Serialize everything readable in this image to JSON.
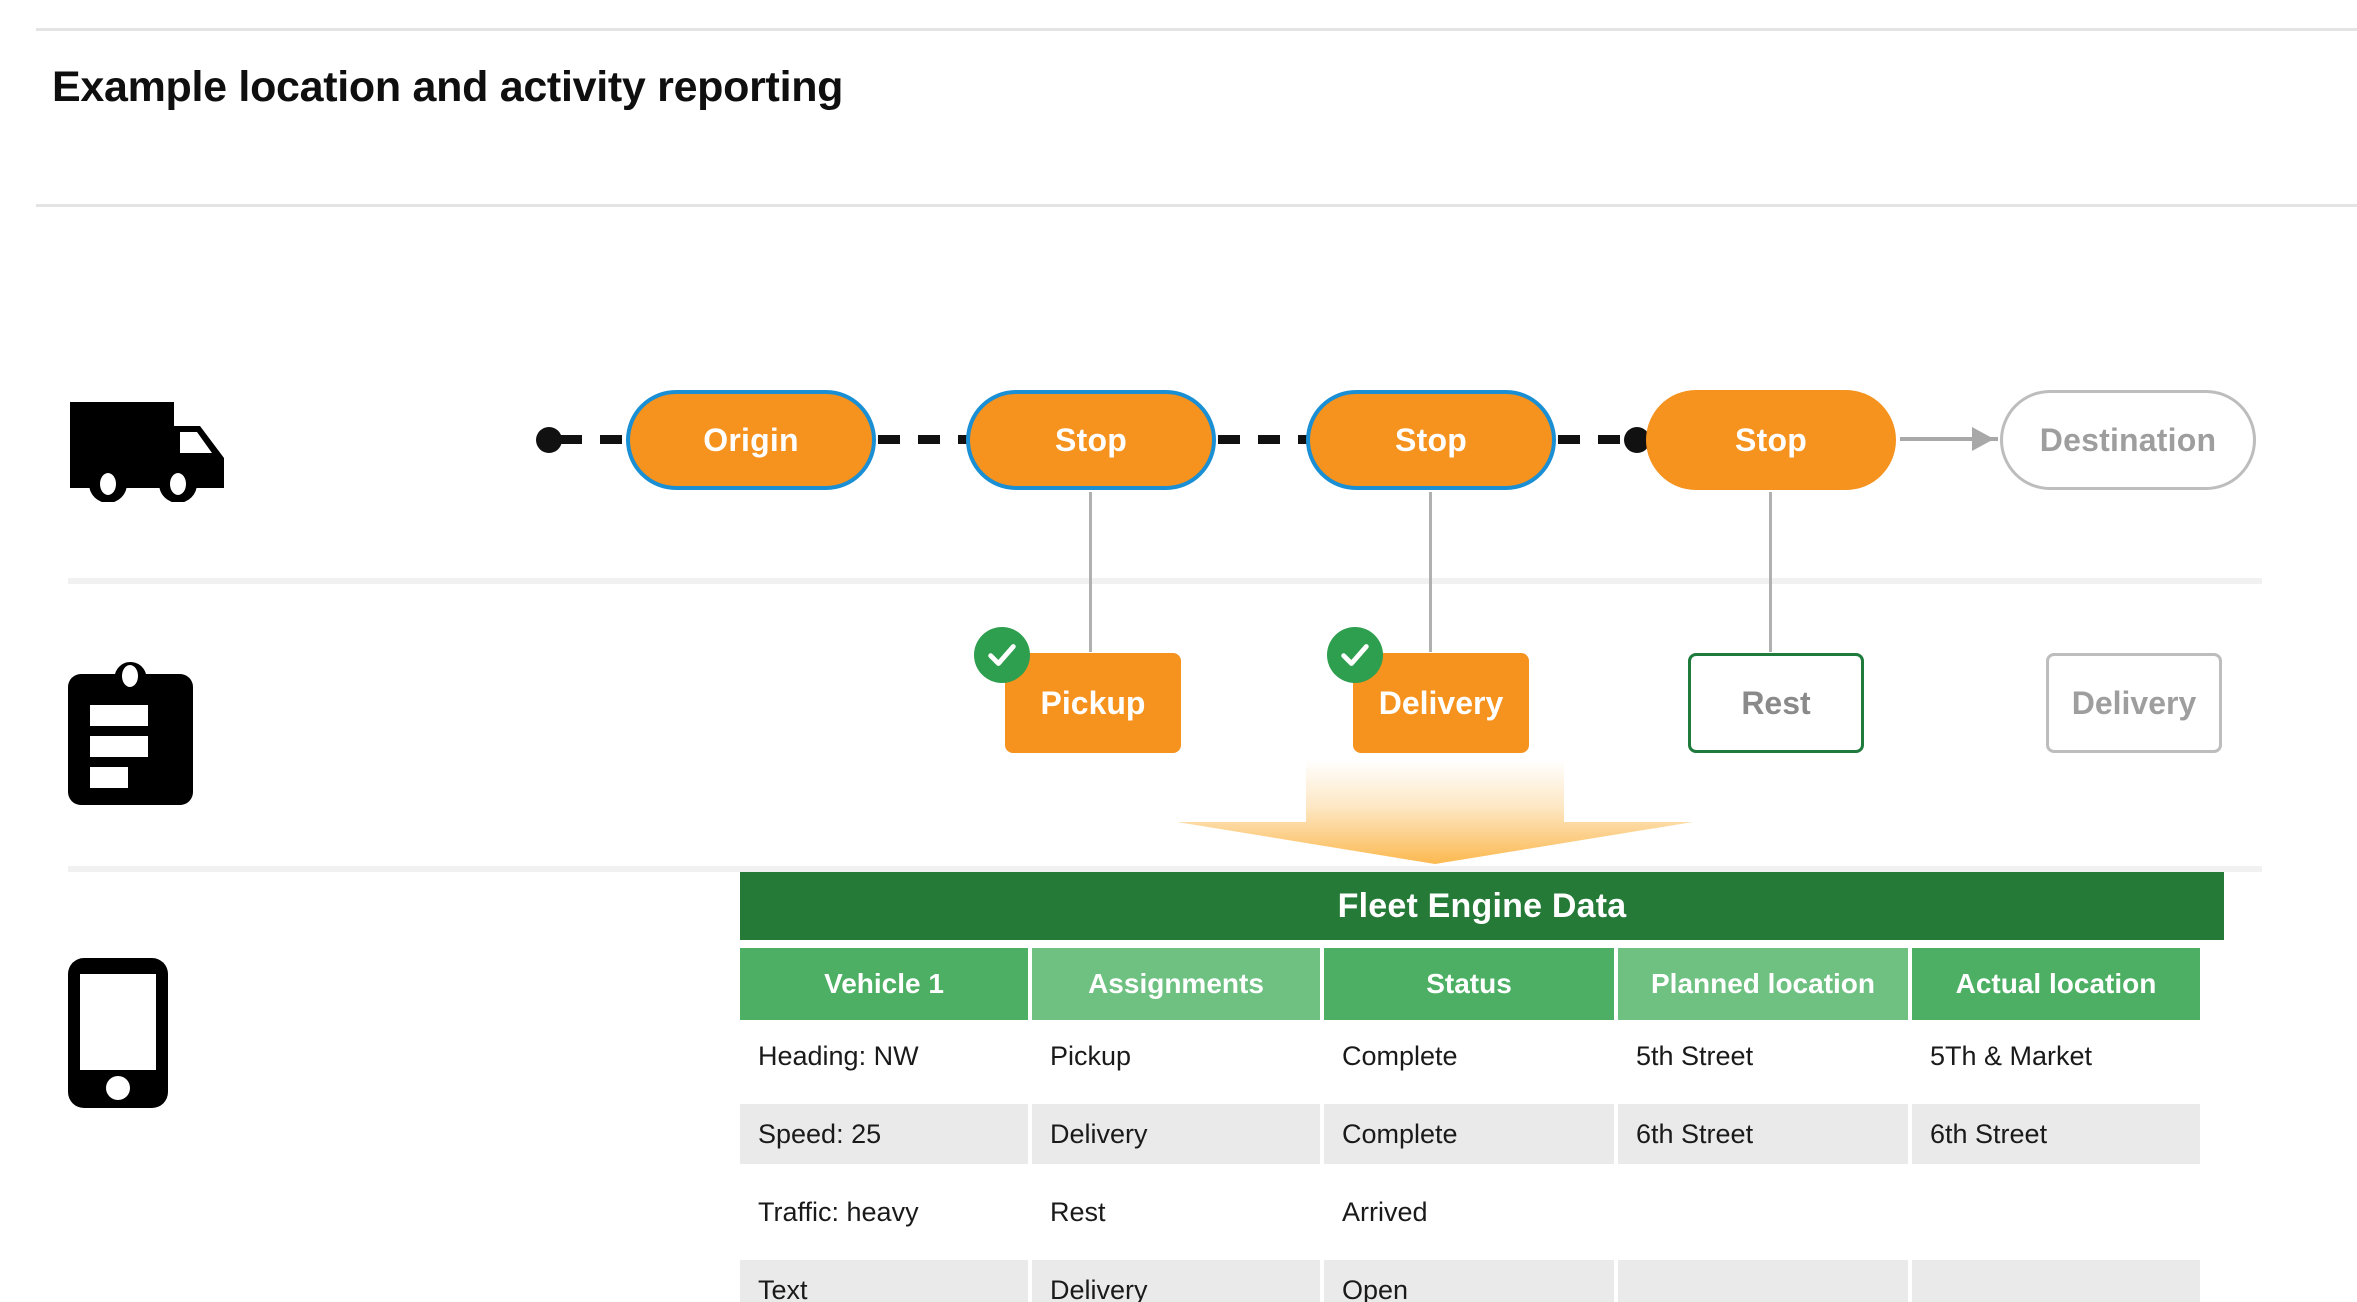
{
  "page": {
    "title": "Example location and activity reporting",
    "colors": {
      "orange": "#F6921E",
      "blue_border": "#1b8fd4",
      "green_dark": "#257a37",
      "green_header_a": "#4caf63",
      "green_header_b": "#6fc182",
      "green_check": "#2e9e4f",
      "gray_outline": "#bdbdbd",
      "row_alt": "#eaeaea"
    }
  },
  "rows": {
    "vehicle_icon": "truck-icon",
    "activity_icon": "clipboard-icon",
    "device_icon": "phone-icon"
  },
  "route": {
    "stops": [
      {
        "label": "Origin",
        "style": "filled-bordered"
      },
      {
        "label": "Stop",
        "style": "filled-bordered"
      },
      {
        "label": "Stop",
        "style": "filled-bordered"
      },
      {
        "label": "Stop",
        "style": "filled"
      },
      {
        "label": "Destination",
        "style": "ghost"
      }
    ]
  },
  "activities": [
    {
      "label": "Pickup",
      "style": "filled",
      "checked": true
    },
    {
      "label": "Delivery",
      "style": "filled",
      "checked": true
    },
    {
      "label": "Rest",
      "style": "green-outline",
      "checked": false
    },
    {
      "label": "Delivery",
      "style": "gray-outline",
      "checked": false
    }
  ],
  "table": {
    "title": "Fleet Engine Data",
    "headers": [
      "Vehicle 1",
      "Assignments",
      "Status",
      "Planned location",
      "Actual location"
    ],
    "rows": [
      [
        "Heading: NW",
        "Pickup",
        "Complete",
        "5th Street",
        "5Th & Market"
      ],
      [
        "Speed: 25",
        "Delivery",
        "Complete",
        "6th Street",
        "6th Street"
      ],
      [
        "Traffic: heavy",
        "Rest",
        "Arrived",
        "",
        ""
      ],
      [
        "Text",
        "Delivery",
        "Open",
        "",
        ""
      ]
    ]
  }
}
